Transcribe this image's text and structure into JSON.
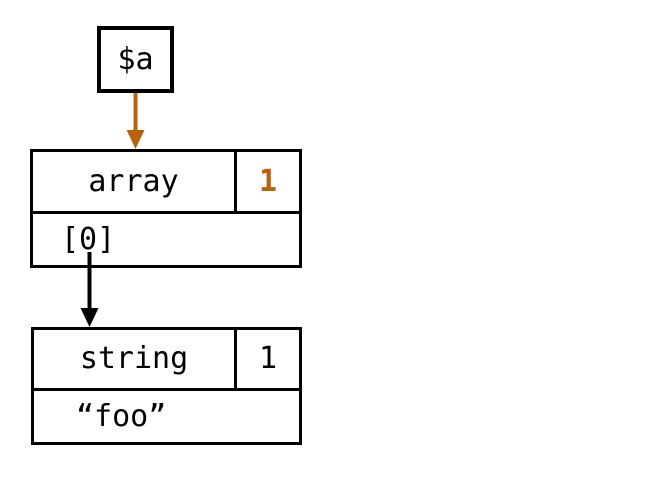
{
  "colors": {
    "accent_orange": "#b8620e",
    "line_black": "#000000",
    "background": "#ffffff"
  },
  "variable_box": {
    "label": "$a"
  },
  "array_box": {
    "type_label": "array",
    "refcount": "1",
    "slot_label": "[0]"
  },
  "string_box": {
    "type_label": "string",
    "refcount": "1",
    "value": "“foo”"
  },
  "arrows": {
    "variable_to_array": {
      "name": "variable-to-array-arrow",
      "color": "#b8620e"
    },
    "slot_to_string": {
      "name": "array-slot-to-string-arrow",
      "color": "#000000"
    }
  }
}
